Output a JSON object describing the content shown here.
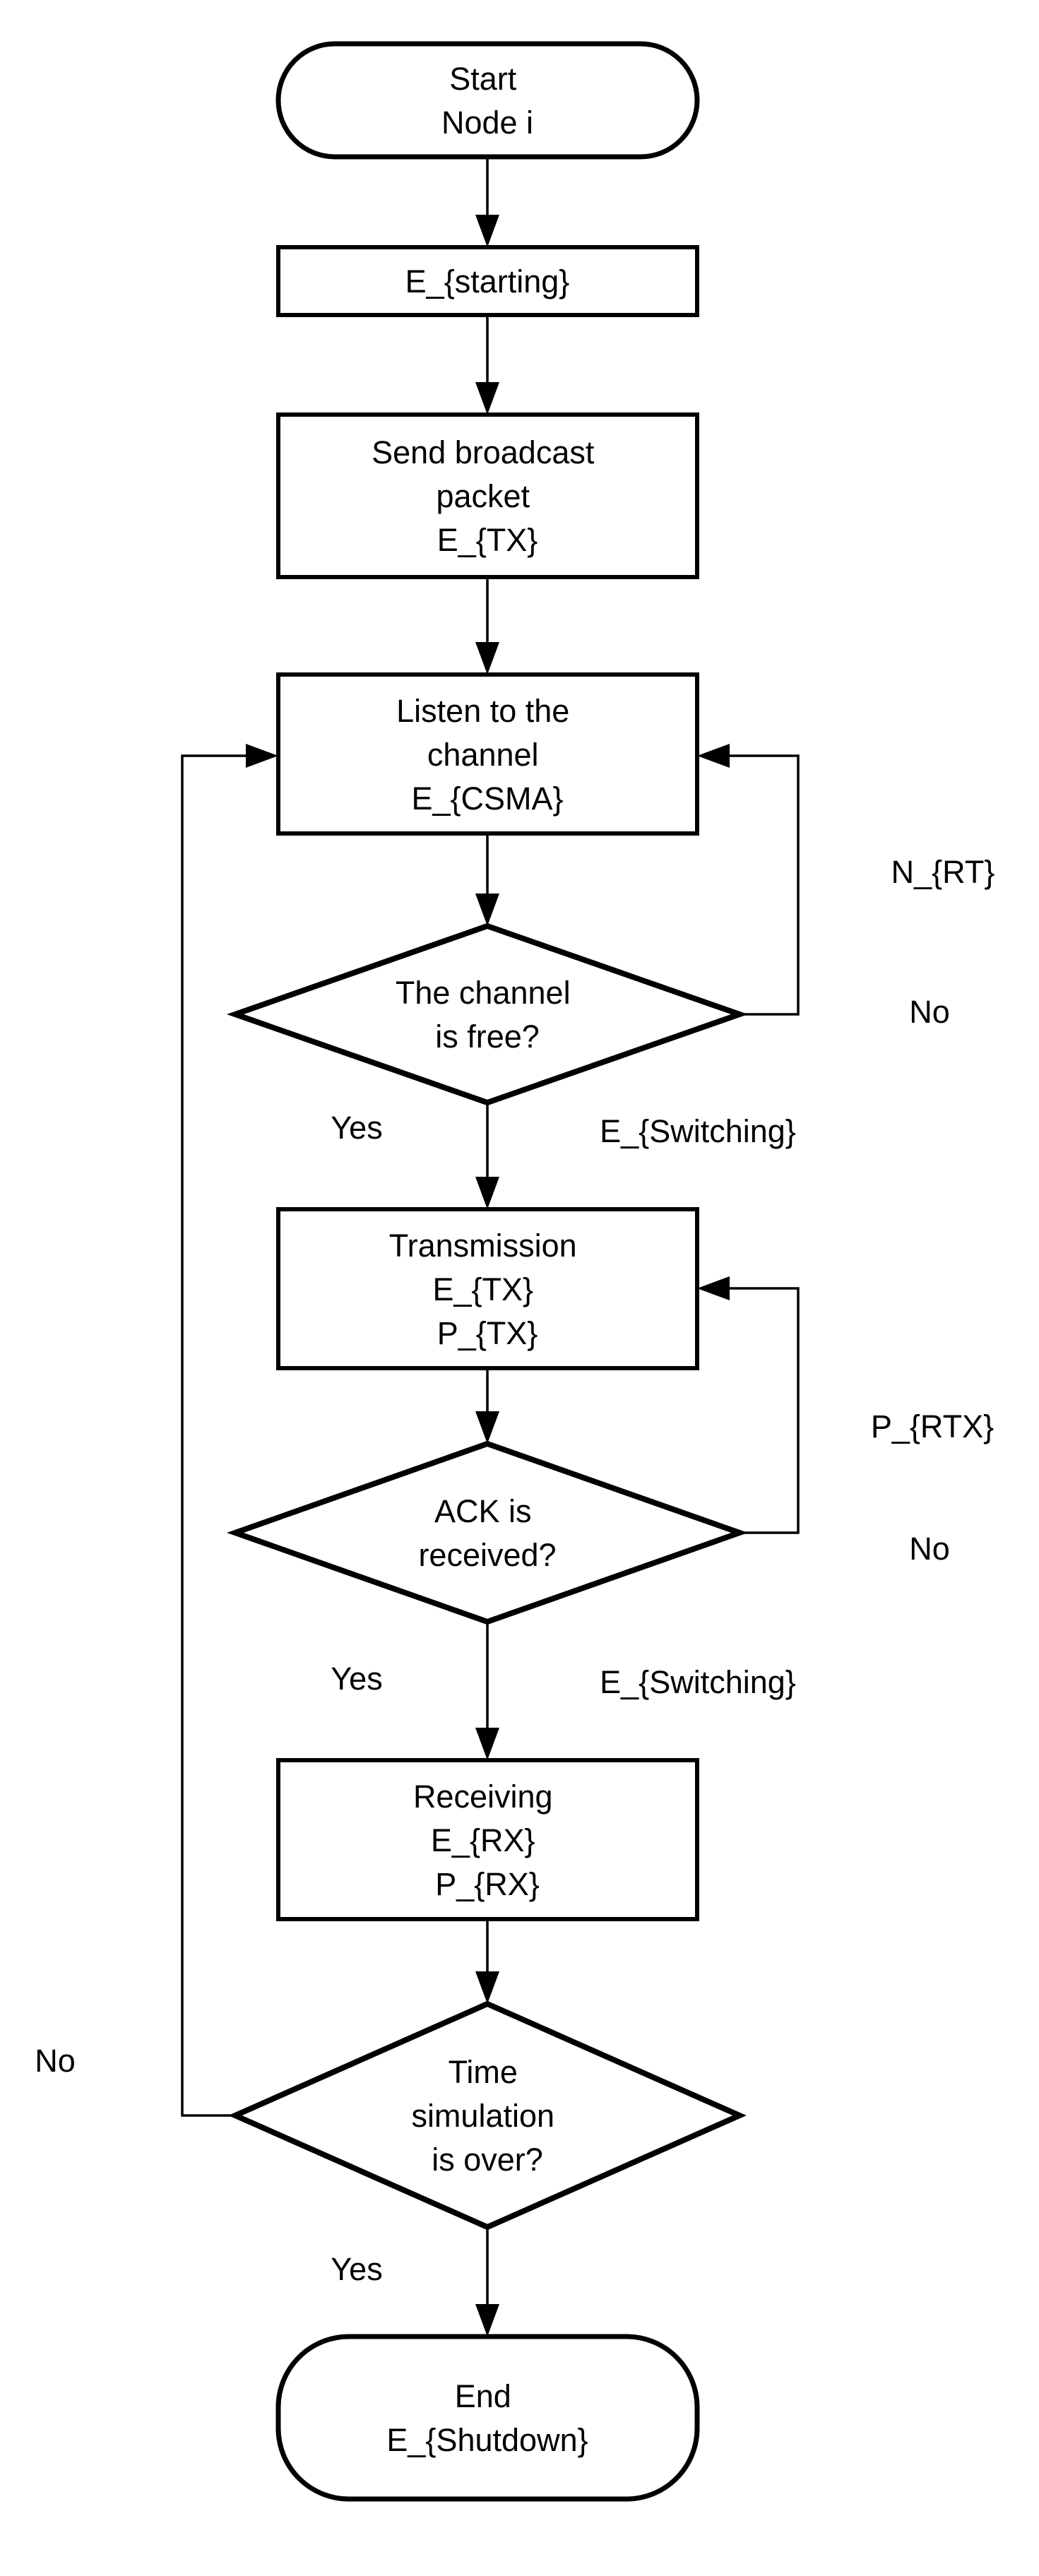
{
  "diagram": {
    "type": "flowchart",
    "background": "#ffffff",
    "stroke_color": "#000000",
    "nodes": {
      "start": {
        "shape": "terminator",
        "lines": [
          "Start",
          "Node i"
        ]
      },
      "e_starting": {
        "shape": "process",
        "lines": [
          "E_{starting}"
        ]
      },
      "send_broadcast": {
        "shape": "process",
        "lines": [
          "Send broadcast",
          "packet",
          "E_{TX}"
        ]
      },
      "listen_channel": {
        "shape": "process",
        "lines": [
          "Listen to the",
          "channel",
          "E_{CSMA}"
        ]
      },
      "channel_free": {
        "shape": "decision",
        "lines": [
          "The channel",
          "is free?"
        ]
      },
      "transmission": {
        "shape": "process",
        "lines": [
          "Transmission",
          "E_{TX}",
          "P_{TX}"
        ]
      },
      "ack_received": {
        "shape": "decision",
        "lines": [
          "ACK is",
          "received?"
        ]
      },
      "receiving": {
        "shape": "process",
        "lines": [
          "Receiving",
          "E_{RX}",
          "P_{RX}"
        ]
      },
      "time_over": {
        "shape": "decision",
        "lines": [
          "Time",
          "simulation",
          "is over?"
        ]
      },
      "end": {
        "shape": "terminator",
        "lines": [
          "End",
          "E_{Shutdown}"
        ]
      }
    },
    "edge_labels": {
      "channel_free_retry": "N_{RT}",
      "channel_free_no": "No",
      "channel_free_yes": "Yes",
      "channel_free_switching": "E_{Switching}",
      "ack_retry": "P_{RTX}",
      "ack_no": "No",
      "ack_yes": "Yes",
      "ack_switching": "E_{Switching}",
      "time_over_no": "No",
      "time_over_yes": "Yes"
    }
  }
}
